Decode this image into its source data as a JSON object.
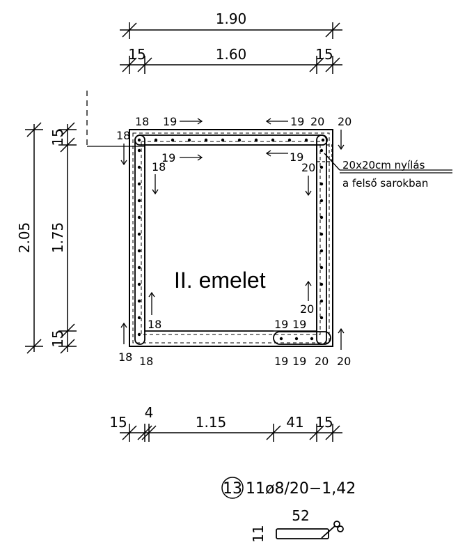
{
  "dims": {
    "top_total": "1.90",
    "top_left": "15",
    "top_mid": "1.60",
    "top_right": "15",
    "left_total": "2.05",
    "left_mid": "1.75",
    "left_top": "15",
    "left_bot": "15",
    "b1": "15",
    "b2": "4",
    "b3": "1.15",
    "b4": "41",
    "b5": "15"
  },
  "bars": {
    "n18": "18",
    "n19": "19",
    "n20": "20"
  },
  "opening_note": {
    "line1": "20x20cm nyílás",
    "line2": "a felső sarokban"
  },
  "floor_label": "II. emelet",
  "rebar": {
    "mark": "13",
    "spec": "11ø8/20−1,42",
    "length": "52",
    "height": "11"
  }
}
